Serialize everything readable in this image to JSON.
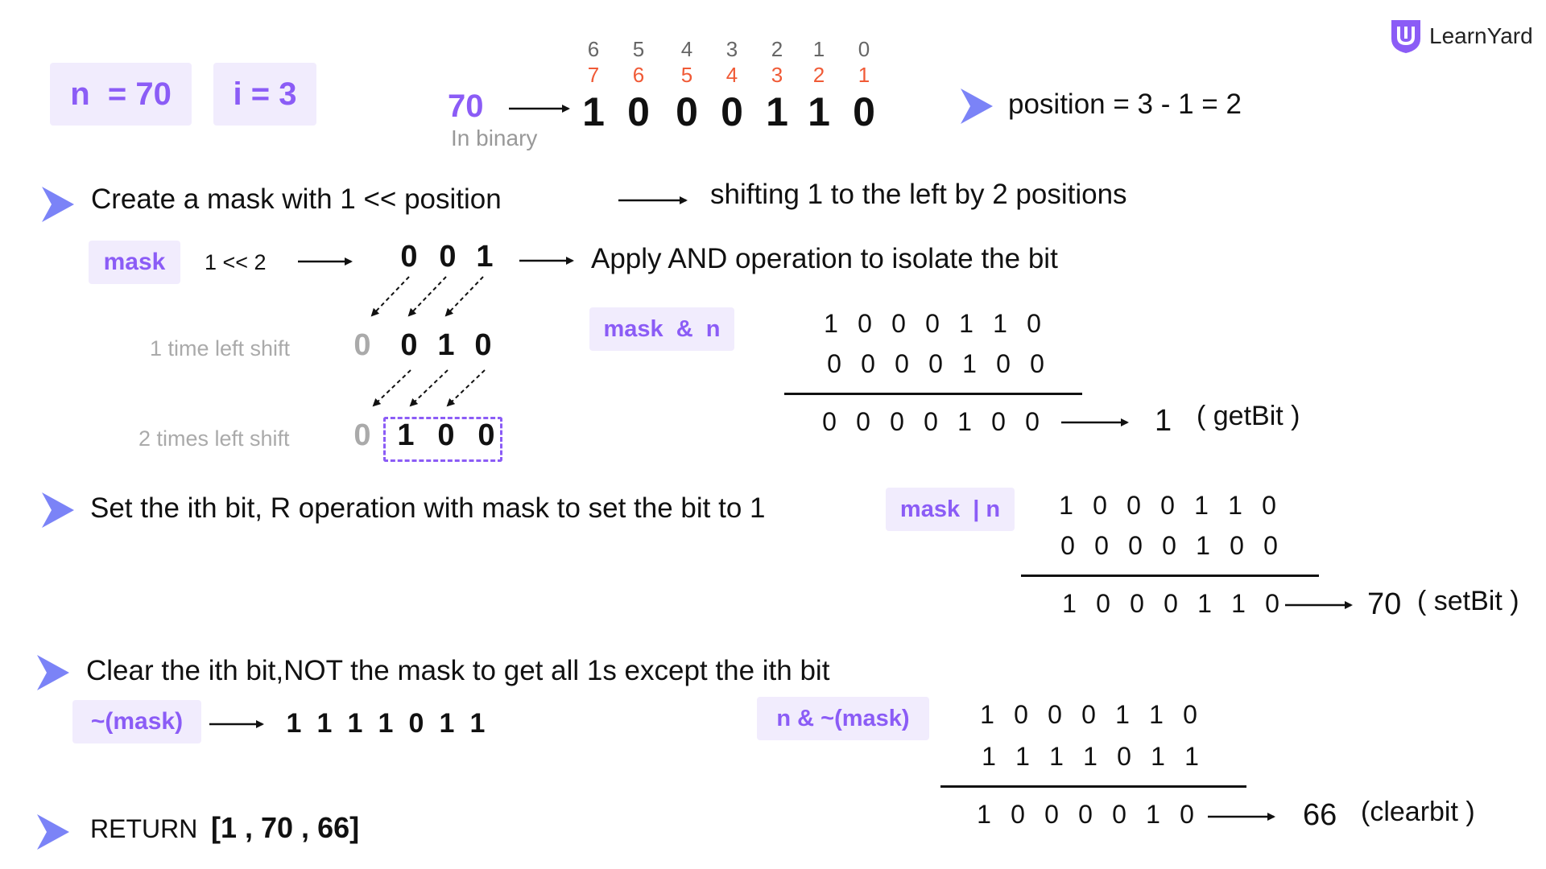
{
  "header": {
    "n_chip": "n  = 70",
    "i_chip": "i = 3",
    "brand": "LearnYard"
  },
  "binary": {
    "value": "70",
    "caption": "In binary",
    "top_indices": [
      "6",
      "5",
      "4",
      "3",
      "2",
      "1",
      "0"
    ],
    "red_indices": [
      "7",
      "6",
      "5",
      "4",
      "3",
      "2",
      "1"
    ],
    "bits": [
      "1",
      "0",
      "0",
      "0",
      "1",
      "1",
      "0"
    ],
    "position_text": "position = 3 - 1 = 2"
  },
  "step1": {
    "title": "Create a mask with 1 << position",
    "note": "shifting 1 to the left by 2 positions",
    "mask_chip": "mask",
    "shift_expr": "1 << 2",
    "mask_bits": [
      "0",
      "0",
      "1"
    ],
    "apply_text": "Apply AND operation to isolate the bit",
    "shift1_label": "1 time left shift",
    "shift1_lead": "0",
    "shift1_bits": [
      "0",
      "1",
      "0"
    ],
    "shift2_label": "2 times left shift",
    "shift2_lead": "0",
    "shift2_bits": [
      "1",
      "0",
      "0"
    ]
  },
  "and_op": {
    "chip": "mask  &  n",
    "row1": [
      "1",
      "0",
      "0",
      "0",
      "1",
      "1",
      "0"
    ],
    "row2": [
      "0",
      "0",
      "0",
      "0",
      "1",
      "0",
      "0"
    ],
    "result": [
      "0",
      "0",
      "0",
      "0",
      "1",
      "0",
      "0"
    ],
    "value": "1",
    "label": "( getBit )"
  },
  "step2": {
    "title": "Set the ith bit, R operation with mask to set the bit to 1",
    "chip": "mask  | n",
    "row1": [
      "1",
      "0",
      "0",
      "0",
      "1",
      "1",
      "0"
    ],
    "row2": [
      "0",
      "0",
      "0",
      "0",
      "1",
      "0",
      "0"
    ],
    "result": [
      "1",
      "0",
      "0",
      "0",
      "1",
      "1",
      "0"
    ],
    "value": "70",
    "label": "( setBit )"
  },
  "step3": {
    "title": "Clear the ith bit,NOT the mask to get all 1s except the ith bit",
    "not_chip": "~(mask)",
    "not_bits": [
      "1",
      "1",
      "1",
      "1",
      "0",
      "1",
      "1"
    ],
    "chip": "n & ~(mask)",
    "row1": [
      "1",
      "0",
      "0",
      "0",
      "1",
      "1",
      "0"
    ],
    "row2": [
      "1",
      "1",
      "1",
      "1",
      "0",
      "1",
      "1"
    ],
    "result": [
      "1",
      "0",
      "0",
      "0",
      "0",
      "1",
      "0"
    ],
    "value": "66",
    "label": "(clearbit )"
  },
  "return": {
    "label": "RETURN",
    "value": "[1 , 70 , 66]"
  },
  "colors": {
    "accent": "#8b5cf6",
    "chip_bg": "#f1ecfd",
    "index_red": "#f05a36",
    "chevron": "#7b83f7"
  }
}
